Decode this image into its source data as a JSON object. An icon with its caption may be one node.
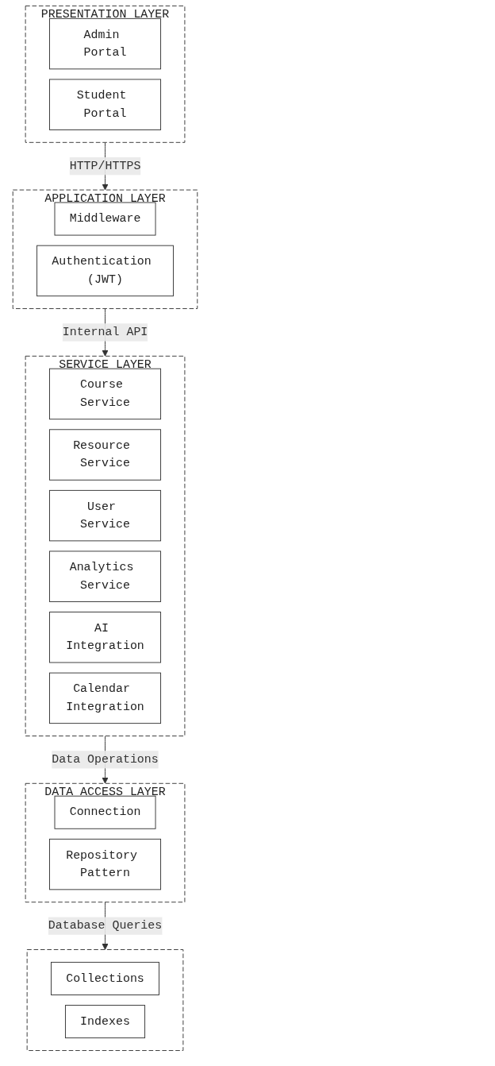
{
  "diagram": {
    "nodes": [
      {
        "text": [
          "PRESENTATION LAYER"
        ]
      },
      {
        "text": [
          "Admin Portal"
        ],
        "in": 0
      },
      {
        "text": [
          "Student Portal"
        ],
        "in": 0
      },
      {
        "text": [
          "APPLICATION LAYER"
        ]
      },
      {
        "text": [
          "Middleware"
        ],
        "in": 3
      },
      {
        "text": [
          "Authentication (JWT)"
        ],
        "in": 3
      },
      {
        "text": [
          "SERVICE LAYER"
        ]
      },
      {
        "text": [
          "Course Service"
        ],
        "in": 6
      },
      {
        "text": [
          "Resource Service"
        ],
        "in": 6
      },
      {
        "text": [
          "User Service"
        ],
        "in": 6
      },
      {
        "text": [
          "Analytics Service"
        ],
        "in": 6
      },
      {
        "text": [
          "AI Integration"
        ],
        "in": 6
      },
      {
        "text": [
          "Calendar Integration"
        ],
        "in": 6
      },
      {
        "text": [
          "DATA ACCESS LAYER"
        ]
      },
      {
        "text": [
          "Connection"
        ],
        "in": 13
      },
      {
        "text": [
          "Repository Pattern"
        ],
        "in": 13
      },
      {
        "text": [],
        "shape": "box"
      },
      {
        "text": [
          "Collections"
        ],
        "in": 16
      },
      {
        "text": [
          "Indexes"
        ],
        "in": 16
      }
    ],
    "edges": [
      {
        "from": 0,
        "to": 3,
        "arrow": "to",
        "label": "HTTP/HTTPS"
      },
      {
        "from": 3,
        "to": 6,
        "arrow": "to",
        "label": "Internal API"
      },
      {
        "from": 6,
        "to": 13,
        "arrow": "to",
        "label": "Data Operations"
      },
      {
        "from": 13,
        "to": 16,
        "arrow": "to",
        "label": "Database Queries"
      }
    ]
  }
}
